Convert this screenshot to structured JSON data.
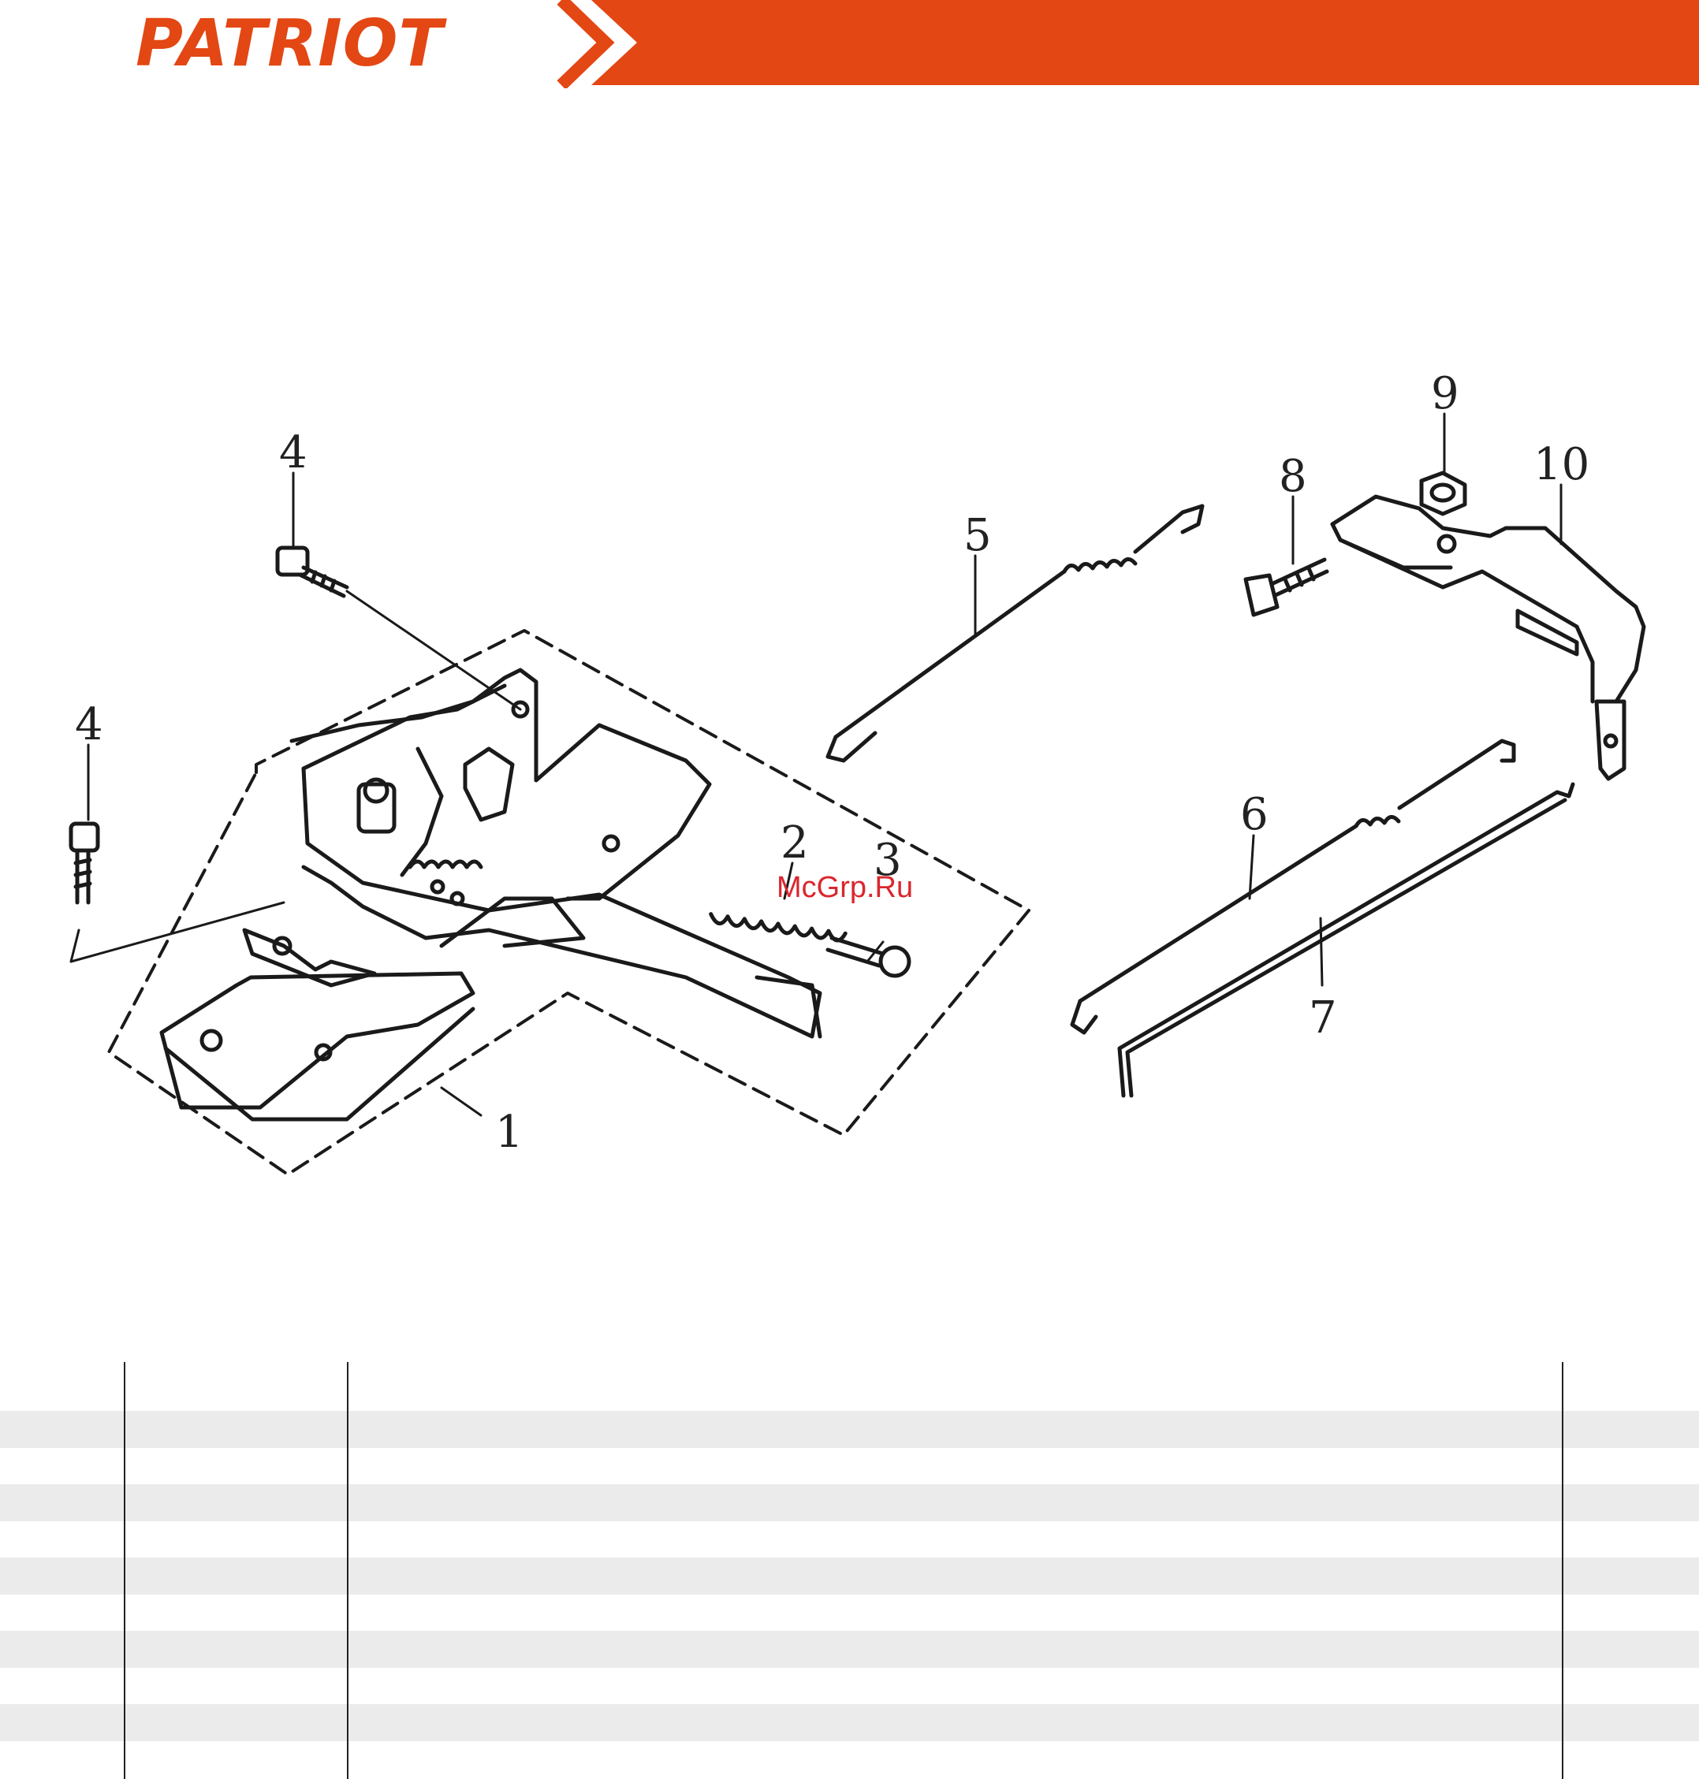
{
  "header": {
    "brand": "PATRIOT",
    "brand_color": "#e34713",
    "chevron_icon": "chevron-right-icon"
  },
  "diagram": {
    "callouts": [
      "1",
      "2",
      "3",
      "4",
      "4",
      "5",
      "6",
      "7",
      "8",
      "9",
      "10"
    ]
  },
  "watermark": "McGrp.Ru",
  "parts_table": {
    "columns": 4,
    "rows": [
      [
        "",
        "",
        "",
        ""
      ],
      [
        "",
        "",
        "",
        ""
      ],
      [
        "",
        "",
        "",
        ""
      ],
      [
        "",
        "",
        "",
        ""
      ],
      [
        "",
        "",
        "",
        ""
      ],
      [
        "",
        "",
        "",
        ""
      ],
      [
        "",
        "",
        "",
        ""
      ],
      [
        "",
        "",
        "",
        ""
      ],
      [
        "",
        "",
        "",
        ""
      ],
      [
        "",
        "",
        "",
        ""
      ],
      [
        "",
        "",
        "",
        ""
      ]
    ]
  }
}
